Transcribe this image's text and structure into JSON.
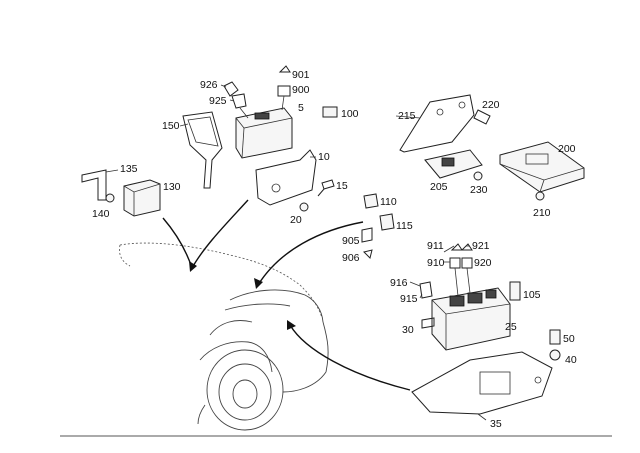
{
  "part_numbers": {
    "p926": "926",
    "p901": "901",
    "p925": "925",
    "p900": "900",
    "p5": "5",
    "p100": "100",
    "p150": "150",
    "p10": "10",
    "p15": "15",
    "p20": "20",
    "p135": "135",
    "p130": "130",
    "p140": "140",
    "p215": "215",
    "p220": "220",
    "p200": "200",
    "p205": "205",
    "p230": "230",
    "p210": "210",
    "p110": "110",
    "p115": "115",
    "p905": "905",
    "p906": "906",
    "p911": "911",
    "p921": "921",
    "p910": "910",
    "p920": "920",
    "p916": "916",
    "p915": "915",
    "p105": "105",
    "p30": "30",
    "p25": "25",
    "p50": "50",
    "p40": "40",
    "p35": "35"
  }
}
